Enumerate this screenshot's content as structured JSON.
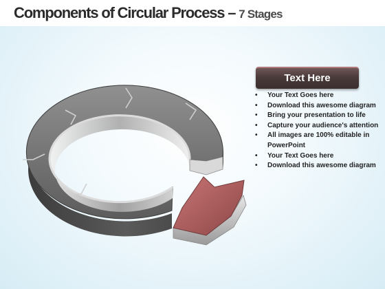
{
  "title": {
    "main": "Components of Circular Process – ",
    "sub": "7 Stages"
  },
  "textbox": {
    "header": "Text Here",
    "bullets": [
      "Your Text Goes here",
      "Download this awesome diagram",
      "Bring your presentation to life",
      "Capture your audience's attention",
      "All images are 100% editable in PowerPoint",
      "Your Text Goes here",
      "Download this awesome diagram"
    ]
  },
  "diagram": {
    "stage_count": 7,
    "highlighted_stage": 7,
    "colors": {
      "ring_top": "#7a7a7a",
      "ring_side": "#4a4a4a",
      "ring_inner_wall": "#c8c8c8",
      "highlight_top": "#b56565",
      "highlight_side": "#d8d8d8"
    }
  }
}
